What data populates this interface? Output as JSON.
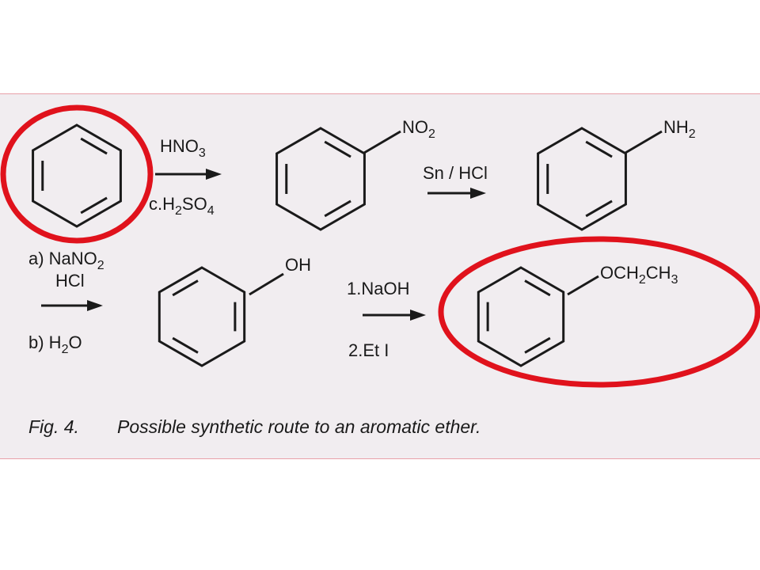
{
  "scheme": {
    "step1": {
      "reagent_top": "HNO3",
      "reagent_bottom": "c.H2SO4"
    },
    "nitrobenzene": {
      "substituent": "NO2"
    },
    "step2": {
      "reagent": "Sn / HCl"
    },
    "aniline": {
      "substituent": "NH2"
    },
    "step3": {
      "reagent_a": "a) NaNO2",
      "reagent_a2": "HCl",
      "reagent_b": "b) H2O"
    },
    "phenol": {
      "substituent": "OH"
    },
    "step4": {
      "reagent_1": "1.NaOH",
      "reagent_2": "2.Et I"
    },
    "ether": {
      "substituent": "OCH2CH3"
    }
  },
  "caption": {
    "label": "Fig. 4.",
    "text": "Possible synthetic route to an aromatic ether."
  },
  "colors": {
    "highlight": "#e0121c",
    "ink": "#1a1a1a",
    "background": "#f1edf0"
  }
}
